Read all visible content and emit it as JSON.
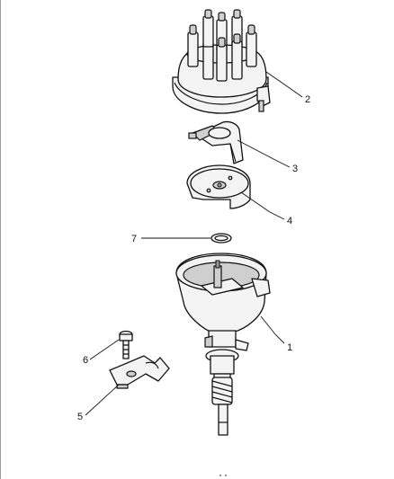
{
  "callouts": {
    "c1": "1",
    "c2": "2",
    "c3": "3",
    "c4": "4",
    "c5": "5",
    "c6": "6",
    "c7": "7"
  },
  "parts": {
    "p1": "distributor-housing",
    "p2": "distributor-cap",
    "p3": "rotor",
    "p4": "dust-shield",
    "p5": "hold-down-clamp",
    "p6": "hold-down-bolt",
    "p7": "o-ring"
  }
}
